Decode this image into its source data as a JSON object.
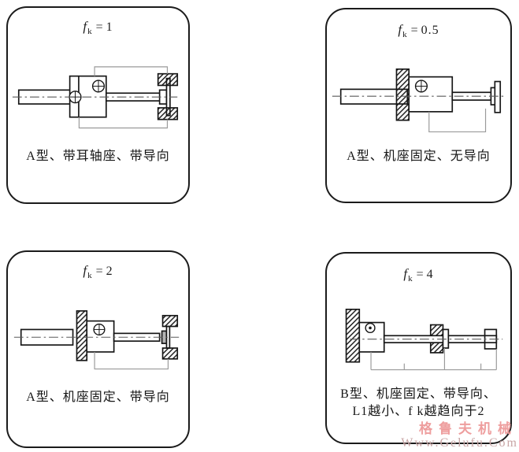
{
  "page": {
    "background": "#ffffff",
    "ink_color": "#1b1b1b",
    "detail_line_color": "#999999"
  },
  "panels": [
    {
      "id": "fk-1",
      "factor": {
        "symbol": "f",
        "subscript": "k",
        "equals": "=",
        "value": "1"
      },
      "caption_line1": "A型、带耳轴座、带导向",
      "drawing": "screw-with-trunnion-seat-and-guide"
    },
    {
      "id": "fk-0_5",
      "factor": {
        "symbol": "f",
        "subscript": "k",
        "equals": "=",
        "value": "0.5"
      },
      "caption_line1": "A型、机座固定、无导向",
      "drawing": "screw-fixed-base-no-guide"
    },
    {
      "id": "fk-2",
      "factor": {
        "symbol": "f",
        "subscript": "k",
        "equals": "=",
        "value": "2"
      },
      "caption_line1": "A型、机座固定、带导向",
      "drawing": "screw-fixed-base-with-guide"
    },
    {
      "id": "fk-4",
      "factor": {
        "symbol": "f",
        "subscript": "k",
        "equals": "=",
        "value": "4"
      },
      "caption_line1": "B型、机座固定、带导向、",
      "caption_line2": "L1越小、f k越趋向于2",
      "drawing": "screw-fixed-wall-mid-guide"
    }
  ],
  "watermark": {
    "brand": "格鲁夫机械",
    "url": "Www.Gelufu.Com",
    "brand_color": "#ee9e9e",
    "url_color": "#c9a6a6"
  }
}
